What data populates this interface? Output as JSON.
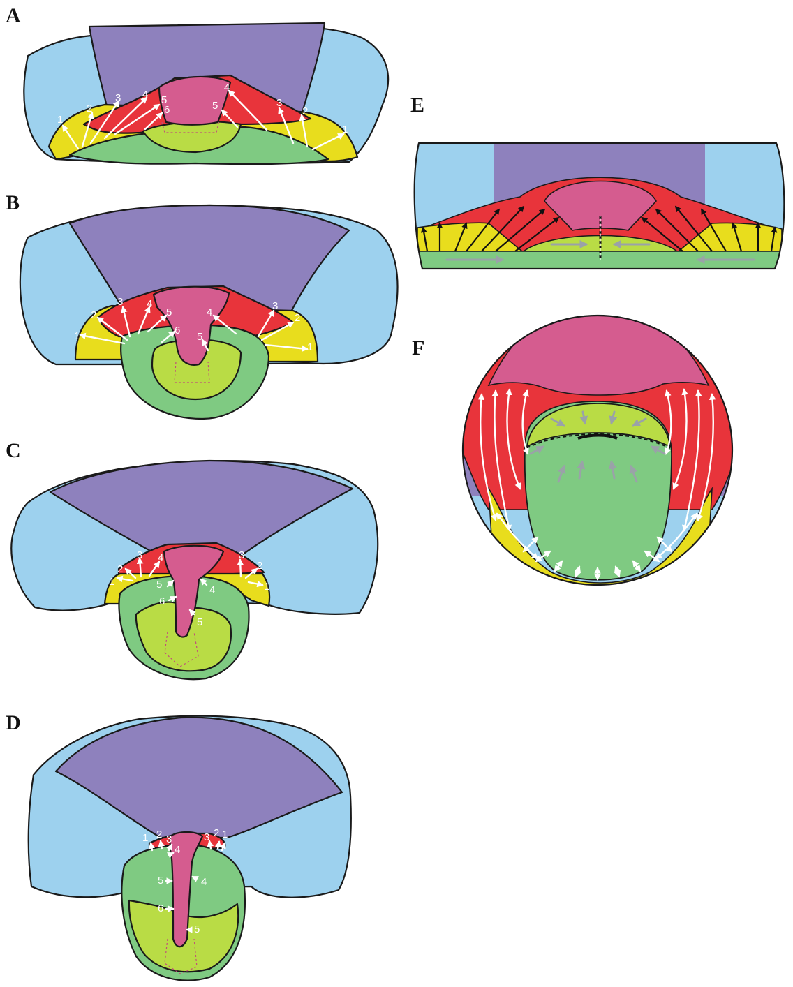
{
  "colors": {
    "blue": "#9dd1ee",
    "purple": "#8e81bd",
    "red": "#e8343b",
    "pink": "#d55c8f",
    "yellow": "#e8dd1d",
    "green": "#7fca82",
    "lightgreen": "#b9dc45",
    "outline": "#1a1a1a"
  },
  "panels": [
    {
      "label": "A",
      "numbers_left": [
        "1",
        "2",
        "3",
        "4",
        "5",
        "6"
      ],
      "numbers_right": [
        "4",
        "5",
        "3",
        "2",
        "1"
      ]
    },
    {
      "label": "B",
      "numbers_left": [
        "1",
        "2",
        "3",
        "4",
        "5",
        "6"
      ],
      "numbers_right": [
        "4",
        "5",
        "3",
        "2",
        "1"
      ]
    },
    {
      "label": "C",
      "numbers_left": [
        "1",
        "2",
        "3",
        "4",
        "5",
        "6"
      ],
      "numbers_right": [
        "3",
        "2",
        "1",
        "4",
        "5"
      ]
    },
    {
      "label": "D",
      "numbers_left": [
        "1",
        "2",
        "3",
        "4",
        "5",
        "6"
      ],
      "numbers_right": [
        "3",
        "2",
        "1",
        "4",
        "5"
      ]
    },
    {
      "label": "E"
    },
    {
      "label": "F"
    }
  ]
}
